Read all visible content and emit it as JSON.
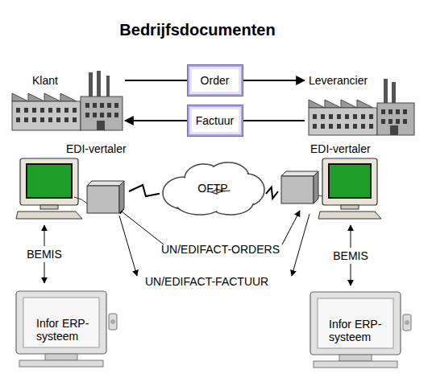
{
  "diagram": {
    "title": "Bedrijfsdocumenten",
    "nodes": [
      {
        "text": [
          "Klant"
        ]
      },
      {
        "text": [
          "Leverancier"
        ]
      },
      {
        "text": [
          "EDI-vertaler"
        ]
      },
      {
        "text": [
          "OFTP"
        ]
      },
      {
        "text": [
          "EDI-vertaler"
        ]
      },
      {
        "text": [
          "Infor ERP- systeem"
        ]
      },
      {
        "text": [
          "Infor ERP- systeem"
        ]
      }
    ],
    "edges": [
      {
        "from": 0,
        "to": 1,
        "label": "Order",
        "arrow": "to"
      },
      {
        "from": 1,
        "to": 0,
        "label": "Factuur",
        "arrow": "to"
      },
      {
        "from": 2,
        "to": 3,
        "arrow": "none"
      },
      {
        "from": 3,
        "to": 4,
        "arrow": "none"
      },
      {
        "from": 2,
        "to": 5,
        "label": "BEMIS",
        "arrow": "both"
      },
      {
        "from": 4,
        "to": 6,
        "label": "BEMIS",
        "arrow": "both"
      }
    ],
    "labels": [
      "UN/EDIFACT-ORDERS",
      "UN/EDIFACT-FACTUUR"
    ]
  }
}
